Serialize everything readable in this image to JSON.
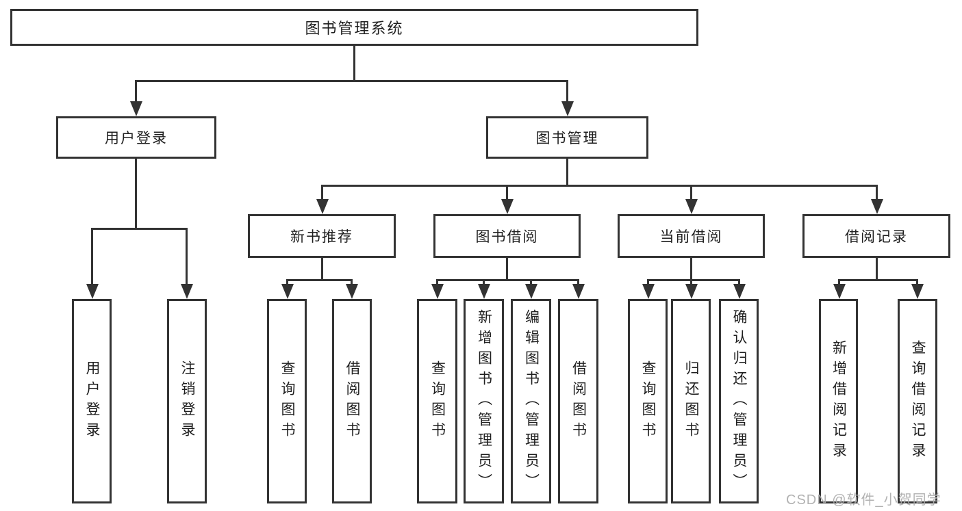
{
  "diagram": {
    "title_node": "图书管理系统",
    "level2": {
      "user_login": "用户登录",
      "book_management": "图书管理"
    },
    "level3": {
      "new_book_recommend": "新书推荐",
      "book_borrow": "图书借阅",
      "current_borrow": "当前借阅",
      "borrow_record": "借阅记录"
    },
    "leaves": [
      {
        "parent": "用户登录",
        "label": "用户登录"
      },
      {
        "parent": "用户登录",
        "label": "注销登录"
      },
      {
        "parent": "新书推荐",
        "label": "查询图书"
      },
      {
        "parent": "新书推荐",
        "label": "借阅图书"
      },
      {
        "parent": "图书借阅",
        "label": "查询图书"
      },
      {
        "parent": "图书借阅",
        "label": "新增图书（管理员）"
      },
      {
        "parent": "图书借阅",
        "label": "编辑图书（管理员）"
      },
      {
        "parent": "图书借阅",
        "label": "借阅图书"
      },
      {
        "parent": "当前借阅",
        "label": "查询图书"
      },
      {
        "parent": "当前借阅",
        "label": "归还图书"
      },
      {
        "parent": "当前借阅",
        "label": "确认归还（管理员）"
      },
      {
        "parent": "借阅记录",
        "label": "新增借阅记录"
      },
      {
        "parent": "借阅记录",
        "label": "查询借阅记录"
      }
    ],
    "watermark": "CSDN @软件_小贺同学",
    "colors": {
      "line": "#333333",
      "text": "#1f1f1f",
      "background": "#ffffff",
      "watermark": "#ababab"
    }
  }
}
